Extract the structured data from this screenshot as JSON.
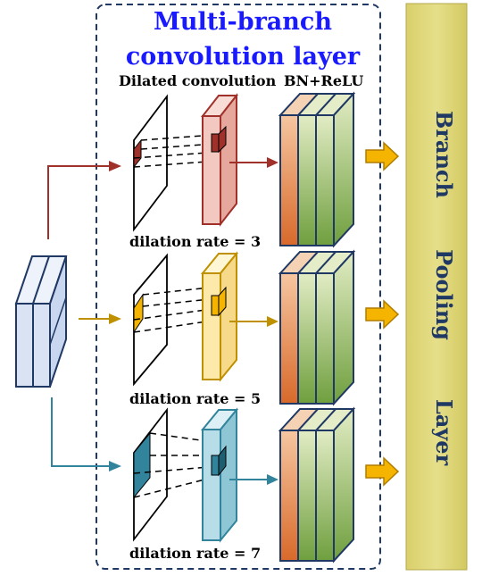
{
  "title": {
    "line1": "Multi-branch",
    "line2": "convolution layer"
  },
  "header_labels": {
    "dilated_convolution": "Dilated convolution",
    "bn_relu": "BN+ReLU"
  },
  "branches": [
    {
      "dilation_label": "dilation rate = 3",
      "color": "#a0302a",
      "fill": "#f3c8c0"
    },
    {
      "dilation_label": "dilation rate = 5",
      "color": "#bf9000",
      "fill": "#fde9a9"
    },
    {
      "dilation_label": "dilation rate = 7",
      "color": "#31849b",
      "fill": "#b7dde8"
    }
  ],
  "pooling_layer": {
    "words": [
      "Branch",
      "Pooling",
      "Layer"
    ],
    "fill": "#ddd475",
    "text_color": "#1f3864"
  },
  "colors": {
    "input_fill": "#dae3f3",
    "input_stroke": "#1f3864",
    "arrow_orange": "#f4b400",
    "dashed_border": "#1f3864",
    "title": "#1a1aff"
  }
}
